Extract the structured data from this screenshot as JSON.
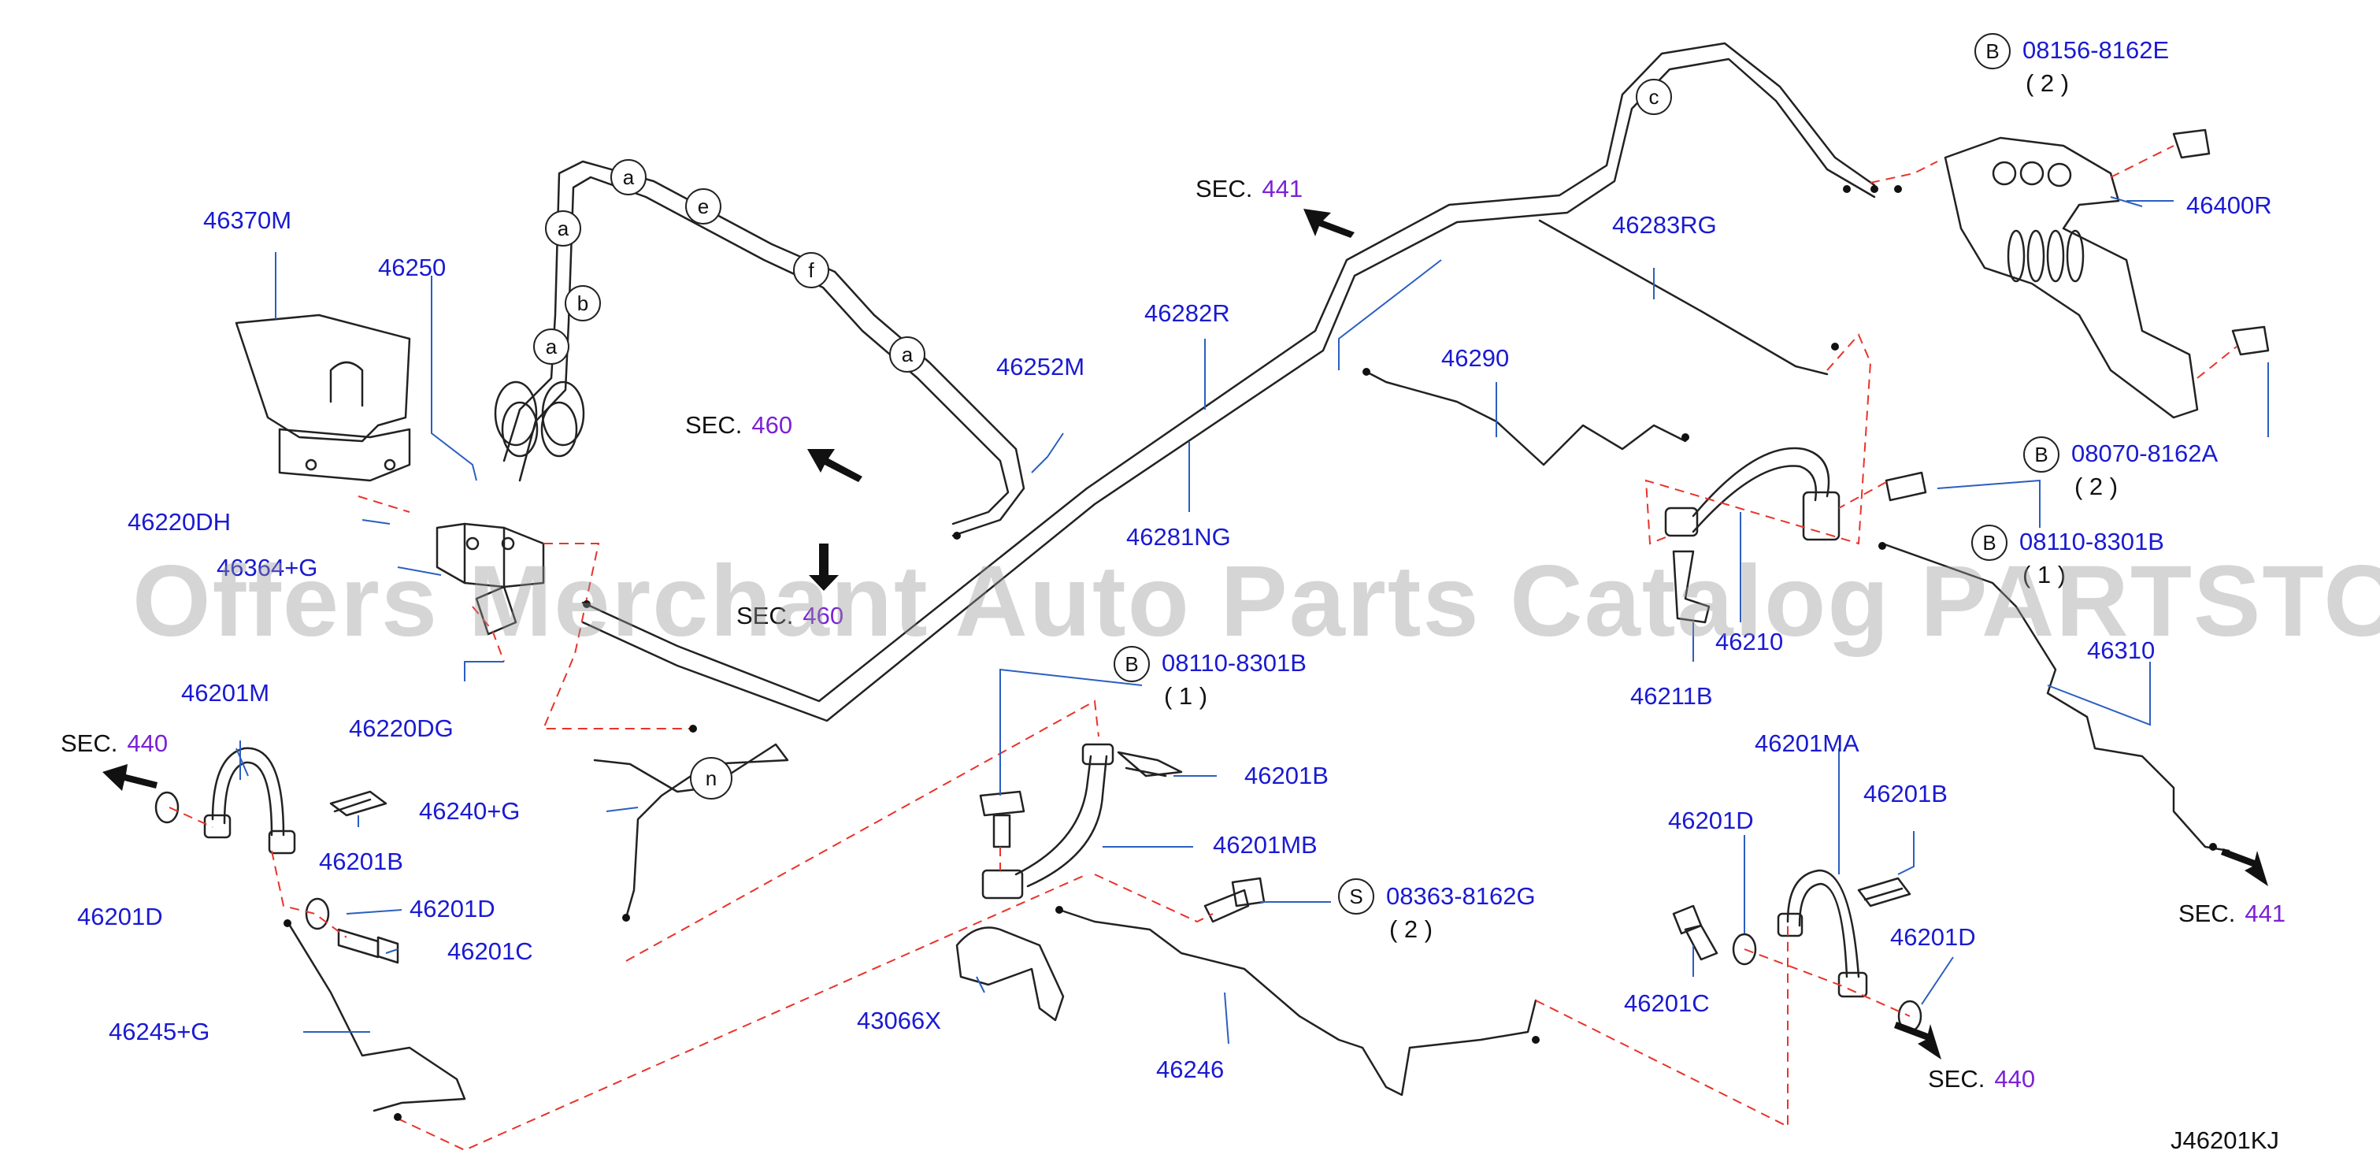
{
  "diagram_code": "J46201KJ",
  "watermark": "Offers Merchant Auto Parts Catalog PARTSTORE.SA",
  "colors": {
    "part_number": "#1a1ad2",
    "section_number": "#7b22d6",
    "leader_red": "#e8332a",
    "leader_blue": "#2b5fc0",
    "line": "#222222"
  },
  "part_labels": {
    "p46370M": "46370M",
    "p46250": "46250",
    "p46252M": "46252M",
    "p46220DH": "46220DH",
    "p46364G": "46364+G",
    "p46220DG": "46220DG",
    "p46201M": "46201M",
    "p46201D_a": "46201D",
    "p46201B_a": "46201B",
    "p46240G": "46240+G",
    "p46201D_b": "46201D",
    "p46201C_a": "46201C",
    "p46245G": "46245+G",
    "p46282R": "46282R",
    "p46281NG": "46281NG",
    "p46283RG": "46283RG",
    "p46290": "46290",
    "p46400R": "46400R",
    "p46210": "46210",
    "p46211B": "46211B",
    "p46310": "46310",
    "p46201B_b": "46201B",
    "p46201MB": "46201MB",
    "p43066X": "43066X",
    "p46246": "46246",
    "p46201MA": "46201MA",
    "p46201B_c": "46201B",
    "p46201D_c": "46201D",
    "p46201D_d": "46201D",
    "p46201C_b": "46201C"
  },
  "fasteners": {
    "f1": {
      "code": "B",
      "part": "08156-8162E",
      "qty": "( 2 )"
    },
    "f2": {
      "code": "B",
      "part": "08070-8162A",
      "qty": "( 2 )"
    },
    "f3": {
      "code": "B",
      "part": "08110-8301B",
      "qty": "( 1 )"
    },
    "f4": {
      "code": "B",
      "part": "08110-8301B",
      "qty": "( 1 )"
    },
    "f5": {
      "code": "S",
      "part": "08363-8162G",
      "qty": "( 2 )"
    }
  },
  "sections": {
    "s1": {
      "prefix": "SEC.",
      "number": "441"
    },
    "s2": {
      "prefix": "SEC.",
      "number": "460"
    },
    "s3": {
      "prefix": "SEC.",
      "number": "460"
    },
    "s4": {
      "prefix": "SEC.",
      "number": "440"
    },
    "s5": {
      "prefix": "SEC.",
      "number": "441"
    },
    "s6": {
      "prefix": "SEC.",
      "number": "440"
    }
  },
  "connector_codes": {
    "c1": "a",
    "c2": "a",
    "c3": "b",
    "c4": "a",
    "c5": "e",
    "c6": "f",
    "c7": "a",
    "c8": "c",
    "c9": "n"
  }
}
